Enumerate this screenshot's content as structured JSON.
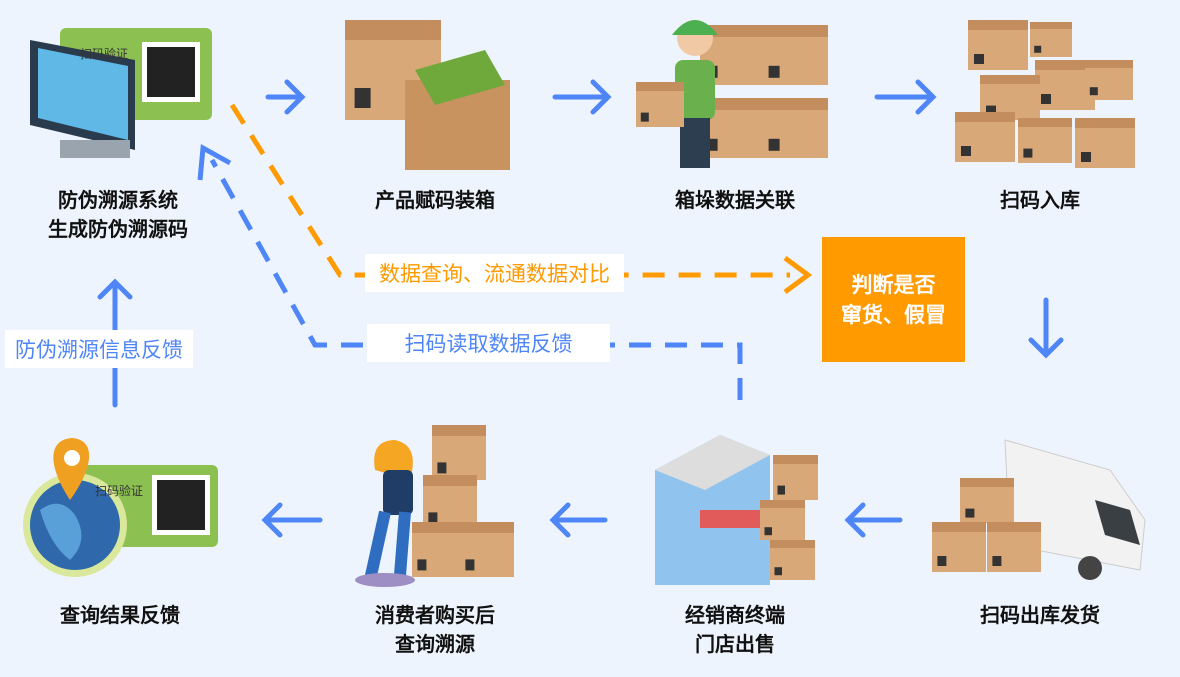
{
  "steps": [
    {
      "line1": "防伪溯源系统",
      "line2": "生成防伪溯源码"
    },
    {
      "line1": "产品赋码装箱"
    },
    {
      "line1": "箱垛数据关联"
    },
    {
      "line1": "扫码入库"
    },
    {
      "line1": "扫码出库发货"
    },
    {
      "line1": "经销商终端",
      "line2": "门店出售"
    },
    {
      "line1": "消费者购买后",
      "line2": "查询溯源"
    },
    {
      "line1": "查询结果反馈"
    }
  ],
  "judge": {
    "line1": "判断是否",
    "line2": "窜货、假冒"
  },
  "tags": {
    "compare": "数据查询、流通数据对比",
    "scan_feedback": "扫码读取数据反馈",
    "info_feedback": "防伪溯源信息反馈"
  },
  "card_label": "扫码验证",
  "colors": {
    "arrow": "#4f86f7",
    "orange": "#ff9a00",
    "card": "#8cc152",
    "box": "#d8a878"
  }
}
